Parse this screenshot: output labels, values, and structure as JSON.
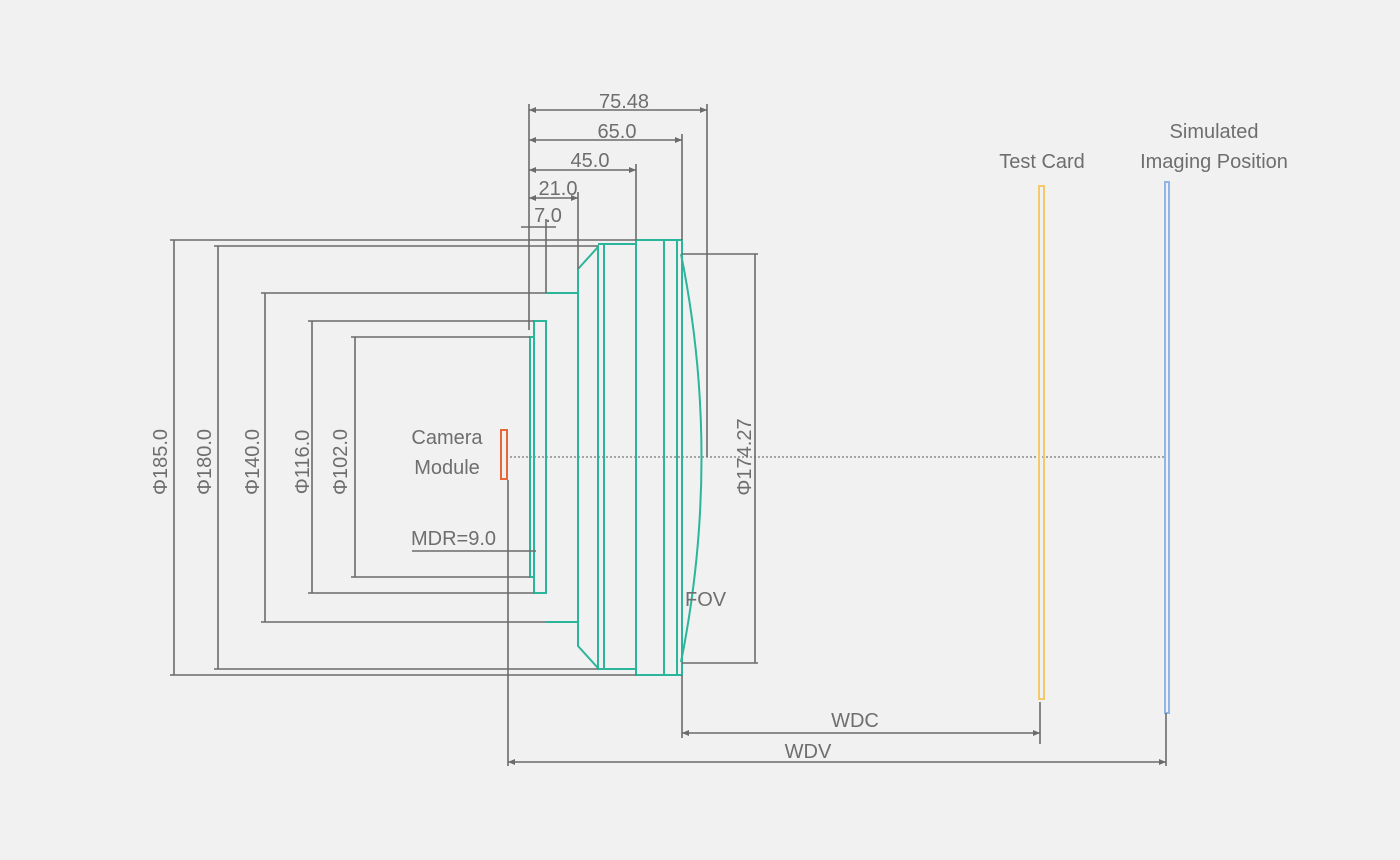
{
  "colors": {
    "background": "#f1f1f1",
    "dimension": "#6b6b6b",
    "lens": "#2bb59a",
    "camera_module": "#e8663a",
    "test_card": "#f5c96a",
    "simulated_image": "#8fb6e6"
  },
  "labels": {
    "camera_module_line1": "Camera",
    "camera_module_line2": "Module",
    "test_card": "Test Card",
    "simulated_line1": "Simulated",
    "simulated_line2": "Imaging Position",
    "mdr": "MDR=9.0",
    "fov": "FOV",
    "wdc": "WDC",
    "wdv": "WDV"
  },
  "lengths": {
    "l75": "75.48",
    "l65": "65.0",
    "l45": "45.0",
    "l21": "21.0",
    "l7": "7.0"
  },
  "diameters": {
    "d185": "Φ185.0",
    "d180": "Φ180.0",
    "d140": "Φ140.0",
    "d116": "Φ116.0",
    "d102": "Φ102.0",
    "d174": "Φ174.27"
  }
}
